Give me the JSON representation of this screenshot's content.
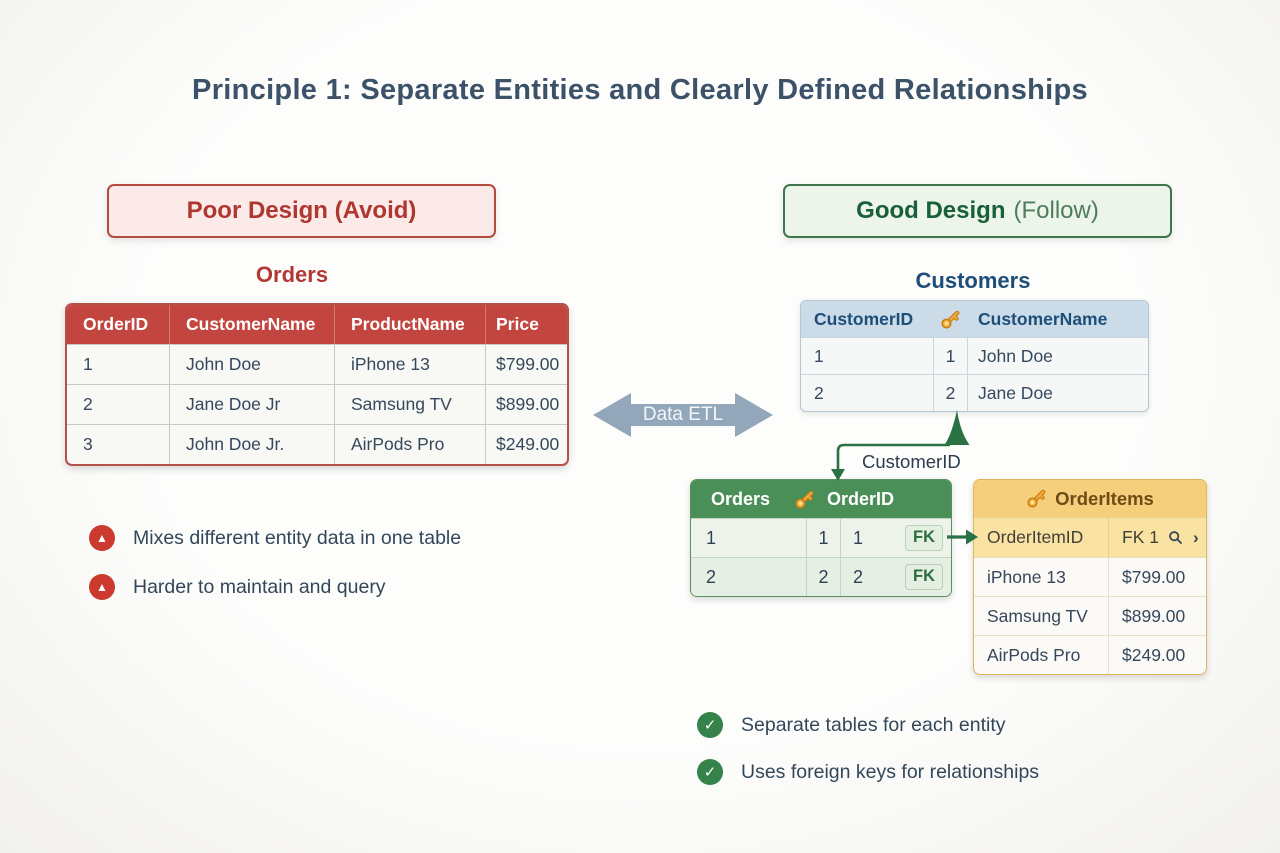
{
  "title": "Principle 1: Separate Entities and Clearly Defined Relationships",
  "poor": {
    "badge": "Poor Design (Avoid)",
    "table_title": "Orders",
    "table": {
      "headers": [
        "OrderID",
        "CustomerName",
        "ProductName",
        "Price"
      ],
      "rows": [
        [
          "1",
          "John Doe",
          "iPhone 13",
          "$799.00"
        ],
        [
          "2",
          "Jane Doe Jr",
          "Samsung TV",
          "$899.00"
        ],
        [
          "3",
          "John Doe Jr.",
          "AirPods Pro",
          "$249.00"
        ]
      ]
    },
    "issues": [
      "Mixes different entity data in one table",
      "Harder to maintain and query"
    ]
  },
  "etl": {
    "label": "Data ETL"
  },
  "good": {
    "badge_main": "Good Design",
    "badge_sub": "(Follow)",
    "customers": {
      "title": "Customers",
      "header_id": "CustomerID",
      "header_name": "CustomerName",
      "rows": [
        [
          "1",
          "1",
          "John Doe"
        ],
        [
          "2",
          "2",
          "Jane Doe"
        ]
      ]
    },
    "relation_label": "CustomerID",
    "orders": {
      "name": "Orders",
      "pk": "OrderID",
      "fk_label": "FK",
      "rows": [
        [
          "1",
          "1",
          "1"
        ],
        [
          "2",
          "2",
          "2"
        ]
      ]
    },
    "orderitems": {
      "title": "OrderItems",
      "col_id": "OrderItemID",
      "col_fk": "FK 1",
      "rows": [
        [
          "iPhone 13",
          "$799.00"
        ],
        [
          "Samsung TV",
          "$899.00"
        ],
        [
          "AirPods Pro",
          "$249.00"
        ]
      ]
    },
    "benefits": [
      "Separate tables for each entity",
      "Uses foreign keys for relationships"
    ]
  },
  "icons": {
    "warning": "warning-icon",
    "check": "check-icon",
    "primary_key": "key-icon",
    "lookup": "magnifier-icon",
    "etl": "double-arrow-icon",
    "warning_glyph": "▲",
    "check_glyph": "✓",
    "chevron_glyph": "›"
  },
  "colors": {
    "poor_red": "#c2463f",
    "poor_badge_bg": "#fbeae8",
    "good_green": "#4b8f58",
    "good_badge_bg": "#edf4e9",
    "customers_header": "#cbdce8",
    "customers_text": "#1d4e79",
    "orderitems_amber": "#f6cf7d",
    "etl_gray": "#92a7ba",
    "connector_green": "#2a7243",
    "title_text": "#3c5268",
    "warning_red": "#cb392f",
    "check_green": "#35824a"
  }
}
